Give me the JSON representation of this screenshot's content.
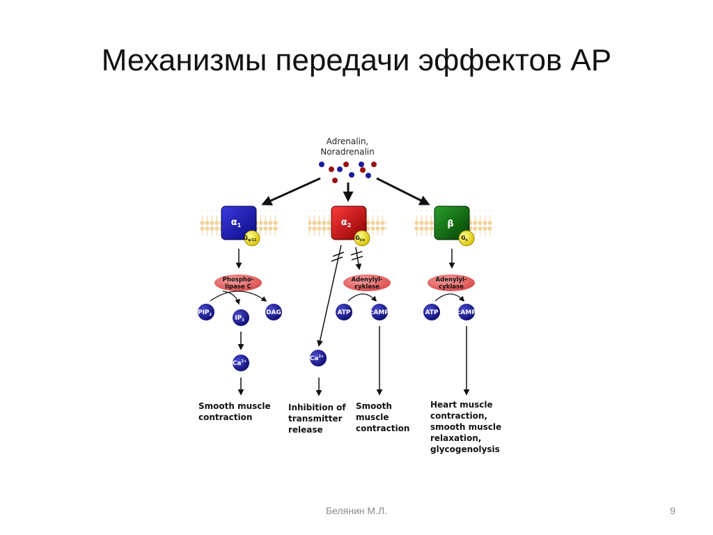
{
  "slide": {
    "title": "Механизмы передачи эффектов АР",
    "author": "Белянин М.Л.",
    "page": "9"
  },
  "diagram": {
    "ligand": {
      "line1": "Adrenalin,",
      "line2": "Noradrenalin"
    },
    "receptors": {
      "alpha1": {
        "label": "α",
        "sub": "1",
        "gprotein": "G",
        "gprotein_sub": "q/11",
        "color": "#1515b0"
      },
      "alpha2": {
        "label": "α",
        "sub": "2",
        "gprotein": "G",
        "gprotein_sub": "i/o",
        "color": "#cc0a0a"
      },
      "beta": {
        "label": "β",
        "sub": "",
        "gprotein": "G",
        "gprotein_sub": "s",
        "color": "#0b6b0b"
      }
    },
    "enzymes": {
      "plc": {
        "line1": "Phospho-",
        "line2": "lipase C"
      },
      "ac_alpha2": {
        "line1": "Adenylyl-",
        "line2": "cyklase"
      },
      "ac_beta": {
        "line1": "Adenylyl-",
        "line2": "cyklase"
      }
    },
    "molecules": {
      "pip2": {
        "label": "PIP",
        "sub": "2"
      },
      "ip3": {
        "label": "IP",
        "sub": "3"
      },
      "dag": {
        "label": "DAG"
      },
      "ca_alpha1": {
        "label": "Ca",
        "sup": "2+"
      },
      "ca_alpha2": {
        "label": "Ca",
        "sup": "2+"
      },
      "atp_alpha2": {
        "label": "ATP"
      },
      "camp_alpha2": {
        "label": "cAMP"
      },
      "atp_beta": {
        "label": "ATP"
      },
      "camp_beta": {
        "label": "cAMP"
      }
    },
    "outcomes": {
      "alpha1": {
        "line1": "Smooth muscle",
        "line2": "contraction"
      },
      "alpha2_ca": {
        "line1": "Inhibition of",
        "line2": "transmitter",
        "line3": "release"
      },
      "alpha2_camp": {
        "line1": "Smooth",
        "line2": "muscle",
        "line3": "contraction"
      },
      "beta": {
        "line1": "Heart muscle",
        "line2": "contraction,",
        "line3": "smooth muscle",
        "line4": "relaxation,",
        "line5": "glycogenolysis"
      }
    },
    "colors": {
      "molecule": "#1a1a8c",
      "enzyme": "#e86a6a",
      "gprotein": "#e8d400",
      "membrane": "#f2d9a8"
    }
  }
}
